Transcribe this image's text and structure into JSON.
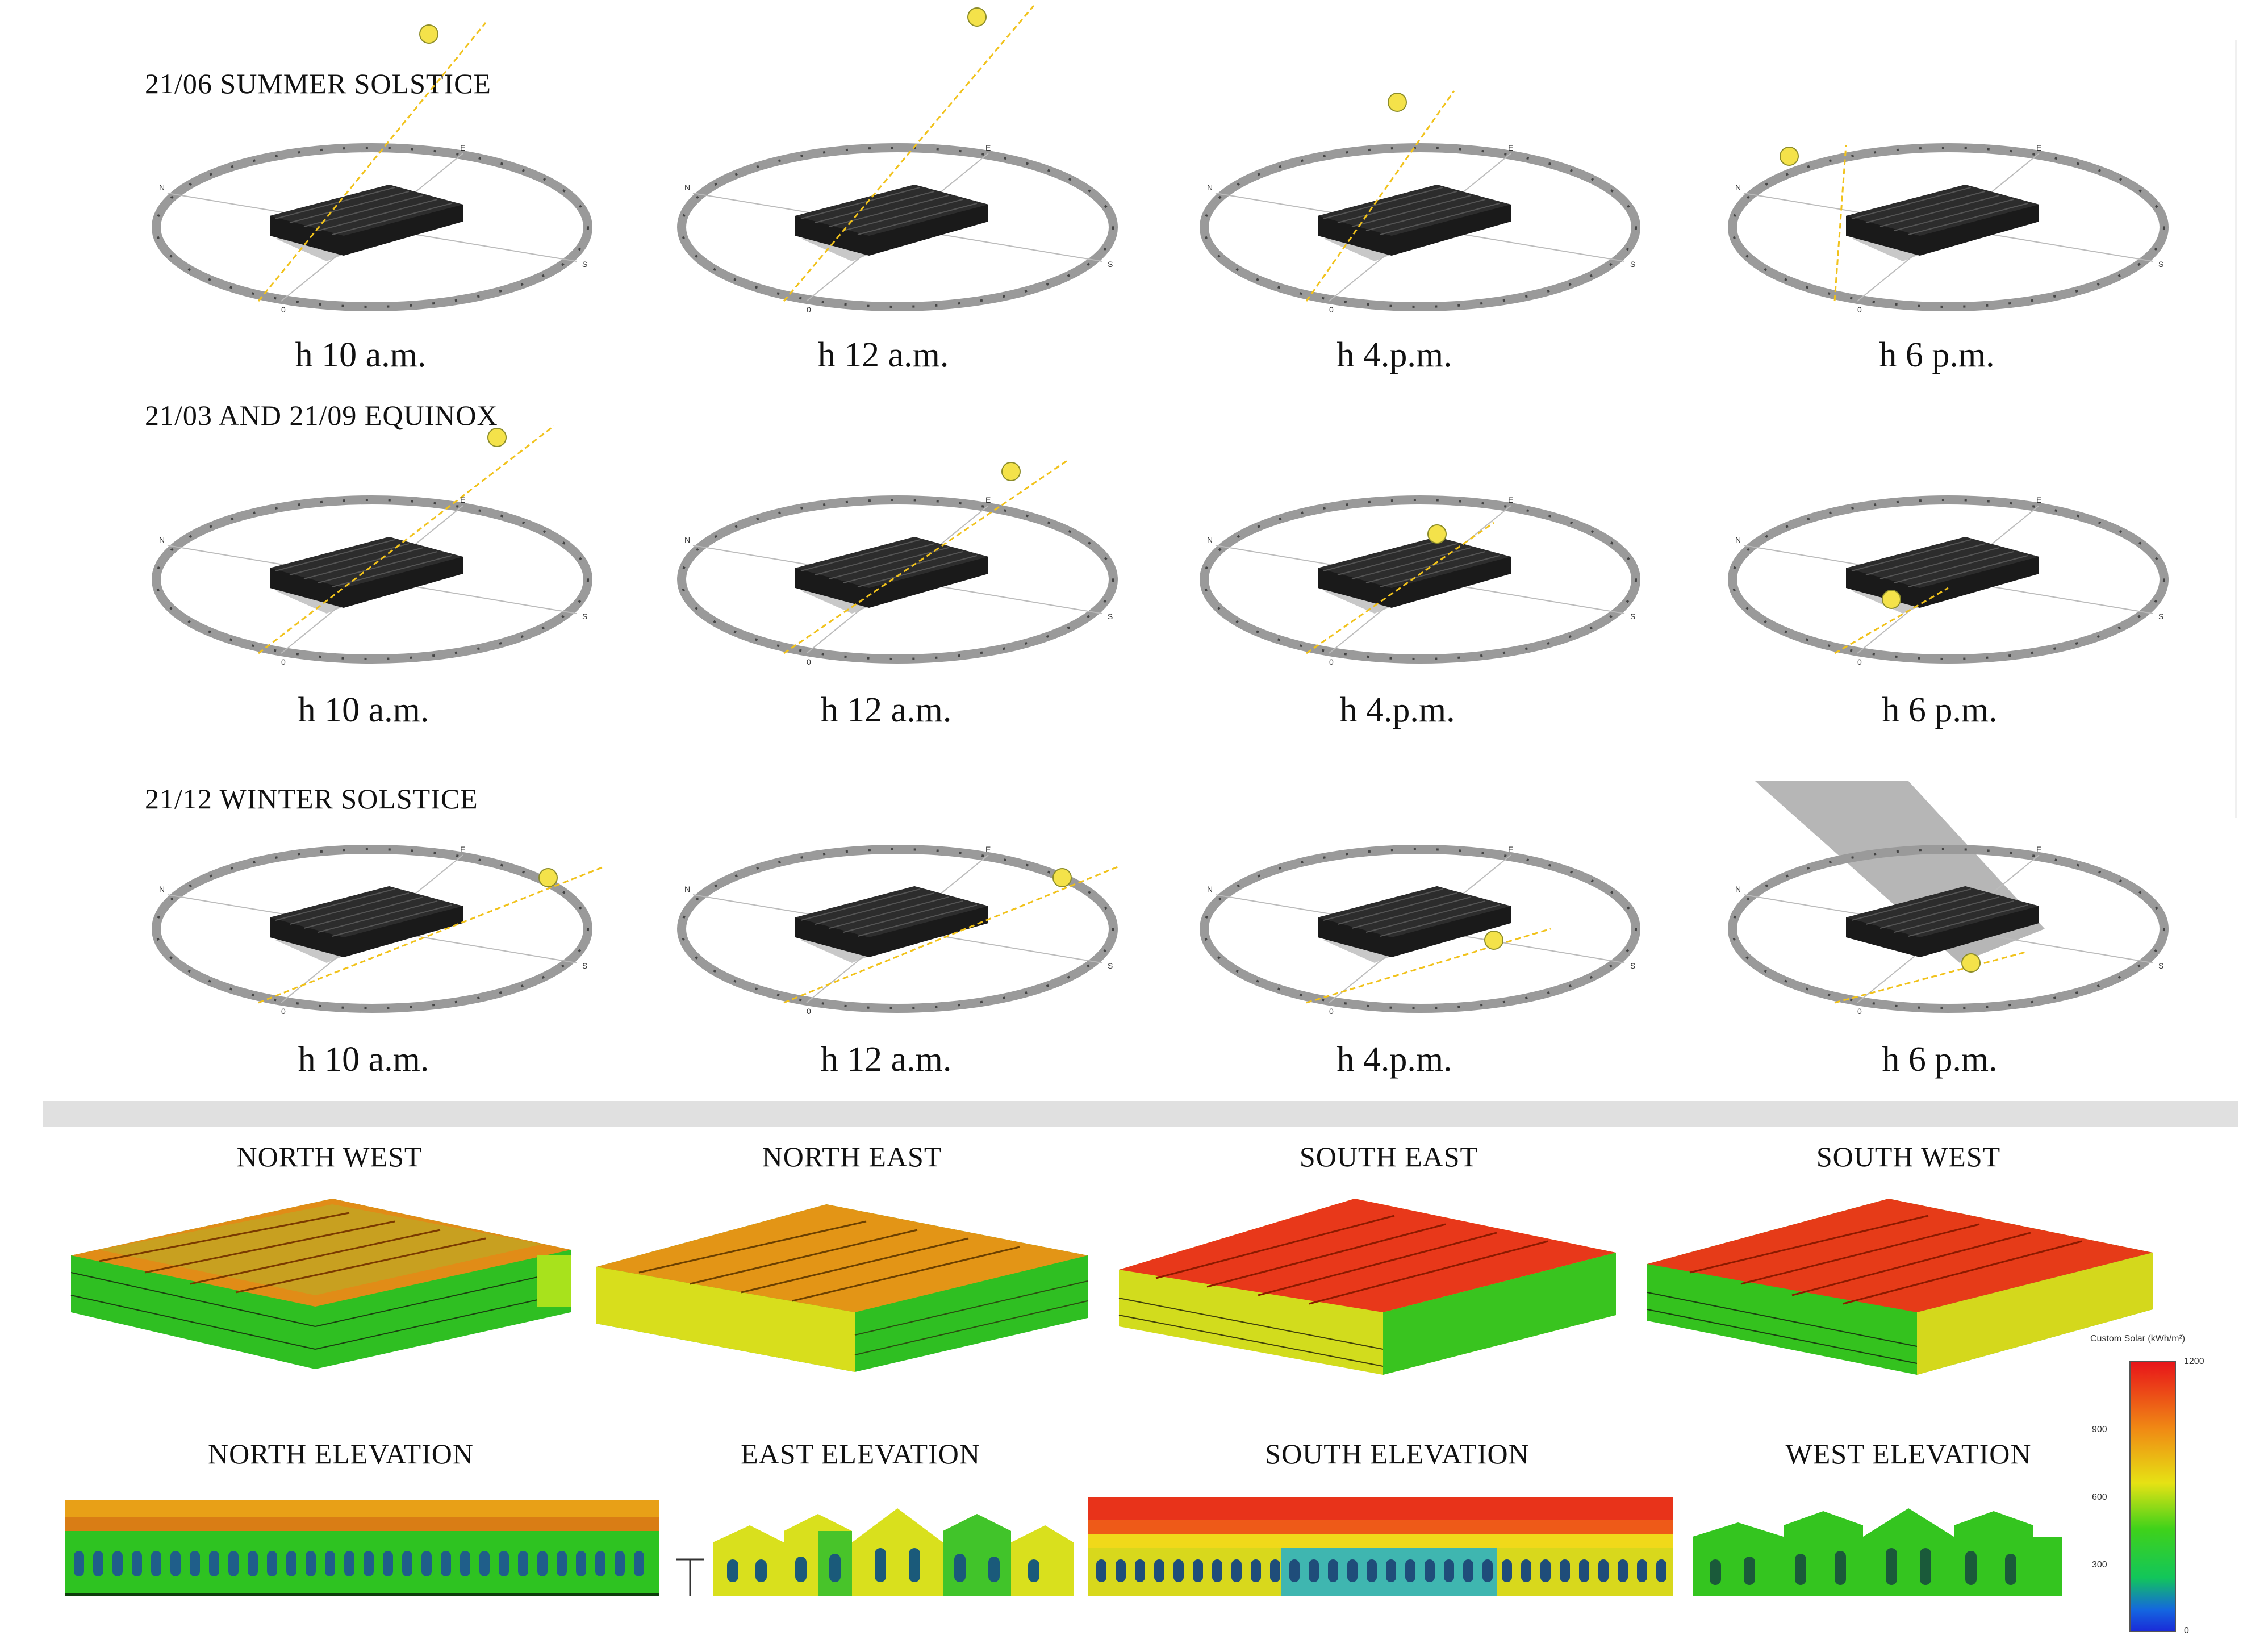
{
  "rows": [
    {
      "title": "21/06 SUMMER SOLSTICE",
      "times": [
        "h 10 a.m.",
        "h 12 a.m.",
        "h 4.p.m.",
        "h 6 p.m."
      ]
    },
    {
      "title": "21/03 AND 21/09 EQUINOX",
      "times": [
        "h 10 a.m.",
        "h 12 a.m.",
        "h 4.p.m.",
        "h 6 p.m."
      ]
    },
    {
      "title": "21/12 WINTER SOLSTICE",
      "times": [
        "h 10 a.m.",
        "h 12 a.m.",
        "h 4.p.m.",
        "h 6 p.m."
      ]
    }
  ],
  "compass": {
    "north": "N",
    "east": "E",
    "south": "S",
    "origin": "0"
  },
  "views": [
    "NORTH WEST",
    "NORTH EAST",
    "SOUTH EAST",
    "SOUTH WEST"
  ],
  "elevations": [
    "NORTH ELEVATION",
    "EAST ELEVATION",
    "SOUTH ELEVATION",
    "WEST ELEVATION"
  ],
  "legend": {
    "title": "Custom Solar (kWh/m²)",
    "ticks": [
      "1200",
      "900",
      "600",
      "300",
      "0"
    ]
  },
  "colors": {
    "building": "#1a1a1a",
    "sun": "#f4e24a",
    "sunpath": "#f1c21b",
    "roof_high": "#e53b12",
    "roof_mid": "#e08a14",
    "wall_low": "#34c21a",
    "wall_mid": "#d9de1a"
  }
}
